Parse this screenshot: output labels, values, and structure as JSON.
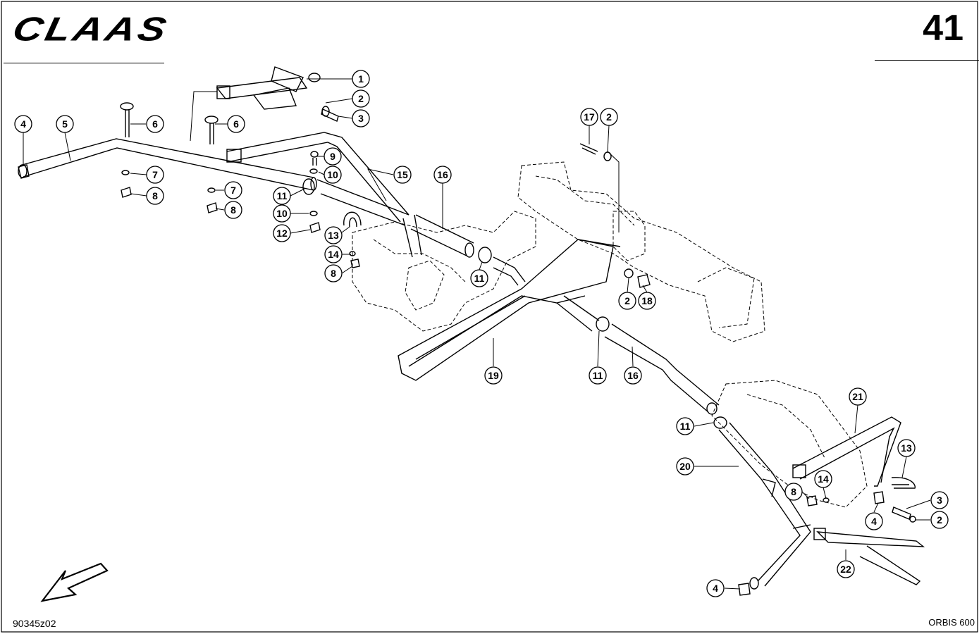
{
  "header": {
    "brand": "CLAAS",
    "page_number": "41"
  },
  "footer": {
    "drawing_number": "90345z02",
    "model": "ORBIS 600"
  },
  "callouts": [
    "1",
    "2",
    "3",
    "4",
    "5",
    "6",
    "6",
    "7",
    "8",
    "7",
    "8",
    "9",
    "10",
    "15",
    "16",
    "11",
    "10",
    "12",
    "13",
    "14",
    "8",
    "11",
    "17",
    "2",
    "2",
    "18",
    "19",
    "11",
    "16",
    "21",
    "11",
    "13",
    "20",
    "8",
    "14",
    "3",
    "4",
    "2",
    "22",
    "4"
  ],
  "icons": {
    "orientation_arrow": "arrow-down-left-icon"
  }
}
